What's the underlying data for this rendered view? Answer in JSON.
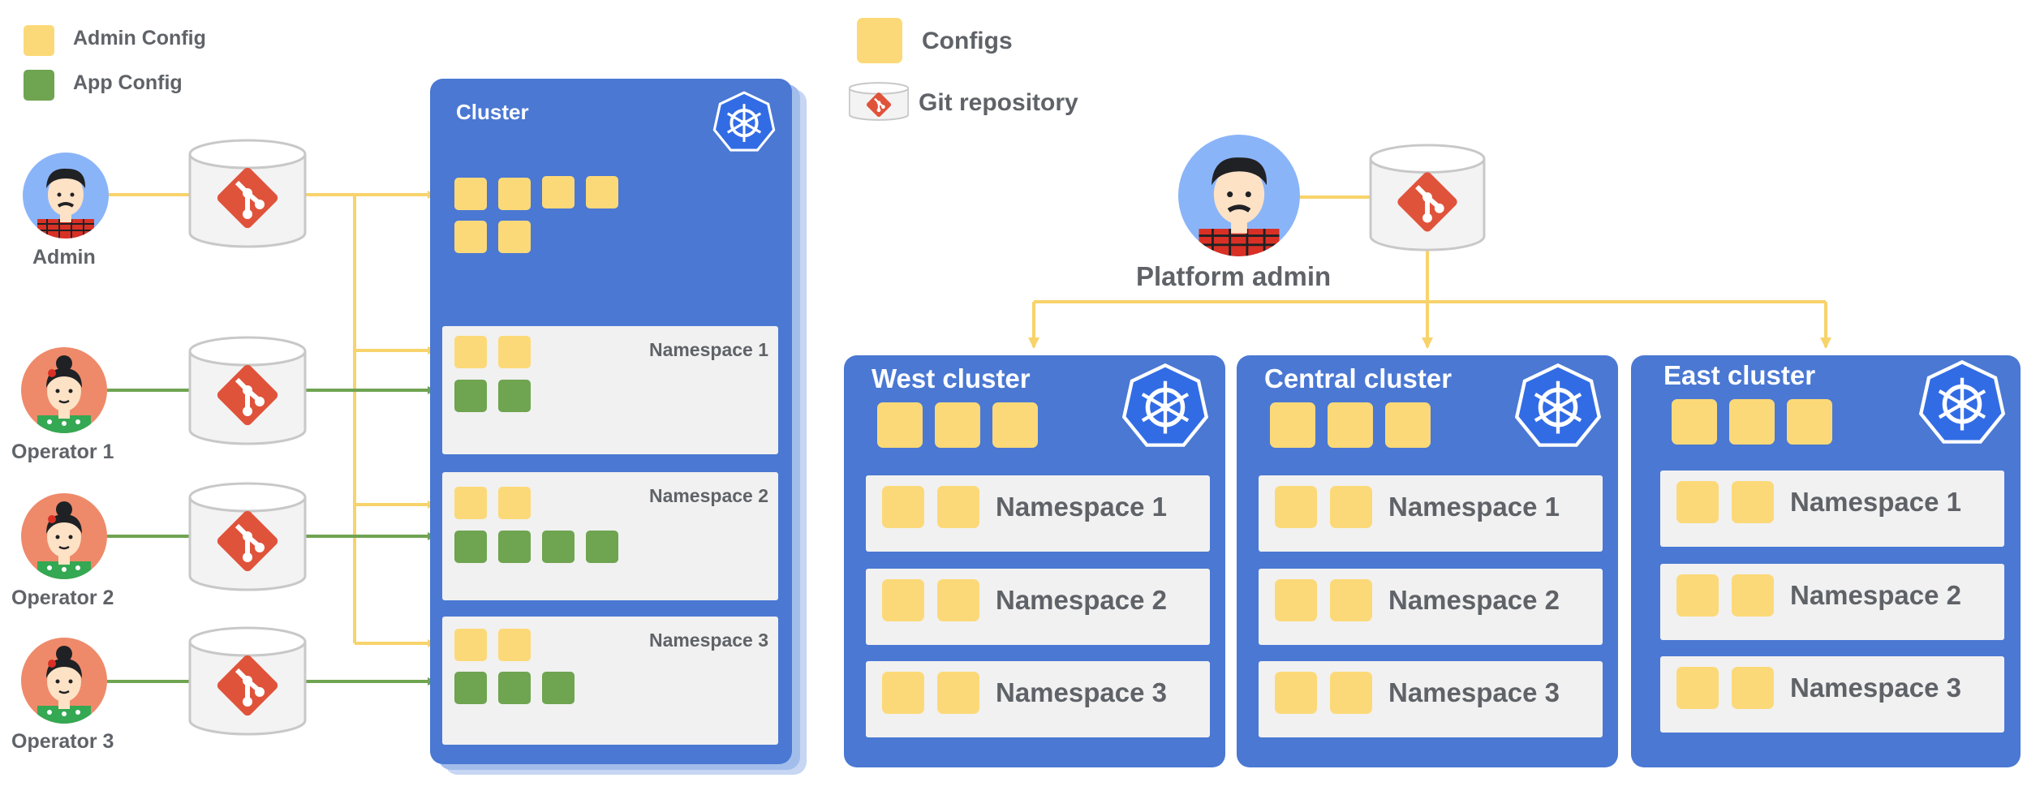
{
  "colors": {
    "admin_config": "#fcd978",
    "app_config": "#6fa451",
    "cluster_blue": "#4a78d3",
    "namespace_bg": "#f1f1f1",
    "git_red": "#e0533b",
    "admin_line": "#f7d36b",
    "operator_line": "#6fa451"
  },
  "legend_left": {
    "admin_config": "Admin Config",
    "app_config": "App Config"
  },
  "legend_right": {
    "configs": "Configs",
    "git_repository": "Git repository"
  },
  "left_diagram": {
    "people": {
      "admin": "Admin",
      "operator1": "Operator 1",
      "operator2": "Operator 2",
      "operator3": "Operator 3"
    },
    "cluster_title": "Cluster",
    "namespaces": [
      "Namespace 1",
      "Namespace 2",
      "Namespace 3"
    ]
  },
  "right_diagram": {
    "platform_admin": "Platform admin",
    "clusters": [
      {
        "title": "West cluster",
        "namespaces": [
          "Namespace 1",
          "Namespace 2",
          "Namespace 3"
        ]
      },
      {
        "title": "Central cluster",
        "namespaces": [
          "Namespace 1",
          "Namespace 2",
          "Namespace 3"
        ]
      },
      {
        "title": "East cluster",
        "namespaces": [
          "Namespace 1",
          "Namespace 2",
          "Namespace 3"
        ]
      }
    ]
  },
  "icons": {
    "person": "person-avatar-icon",
    "git": "git-repository-icon",
    "kubernetes": "kubernetes-icon"
  }
}
